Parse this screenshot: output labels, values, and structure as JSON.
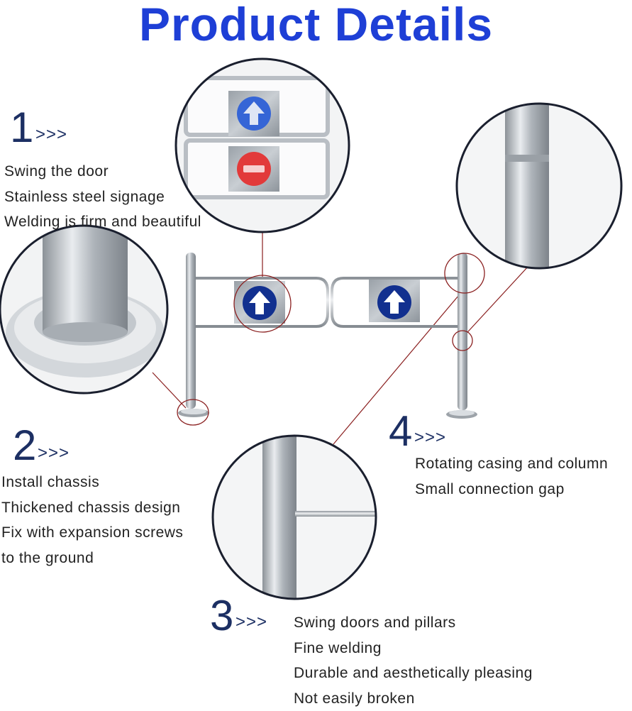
{
  "title": "Product Details",
  "colors": {
    "title": "#1e3fd6",
    "number": "#1c2f63",
    "steel": "#b9bec4",
    "sign_blue": "#12308f",
    "sign_red": "#e23a3a",
    "callout_line": "#8a1f1f"
  },
  "sections": [
    {
      "number": "1",
      "marker": ">>>",
      "lines": [
        "Swing the door",
        "Stainless steel signage",
        "Welding is firm and beautiful"
      ]
    },
    {
      "number": "2",
      "marker": ">>>",
      "lines": [
        "Install chassis",
        "Thickened chassis design",
        "Fix with expansion screws",
        "to the ground"
      ]
    },
    {
      "number": "3",
      "marker": ">>>",
      "lines": [
        "Swing doors and pillars",
        "Fine welding",
        "Durable and aesthetically pleasing",
        "Not easily broken"
      ]
    },
    {
      "number": "4",
      "marker": ">>>",
      "lines": [
        "Rotating casing and column",
        "Small connection gap"
      ]
    }
  ],
  "icons": [
    "up-arrow-sign-icon",
    "no-entry-sign-icon"
  ]
}
